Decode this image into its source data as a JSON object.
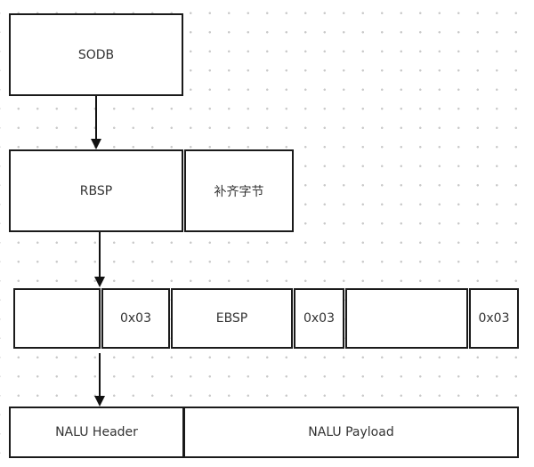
{
  "diagram": {
    "sodb": "SODB",
    "rbsp": "RBSP",
    "padding": "补齐字节",
    "ebsp": {
      "escape_a": "0x03",
      "center": "EBSP",
      "escape_b": "0x03",
      "escape_c": "0x03"
    },
    "nalu": {
      "header": "NALU Header",
      "payload": "NALU Payload"
    }
  }
}
